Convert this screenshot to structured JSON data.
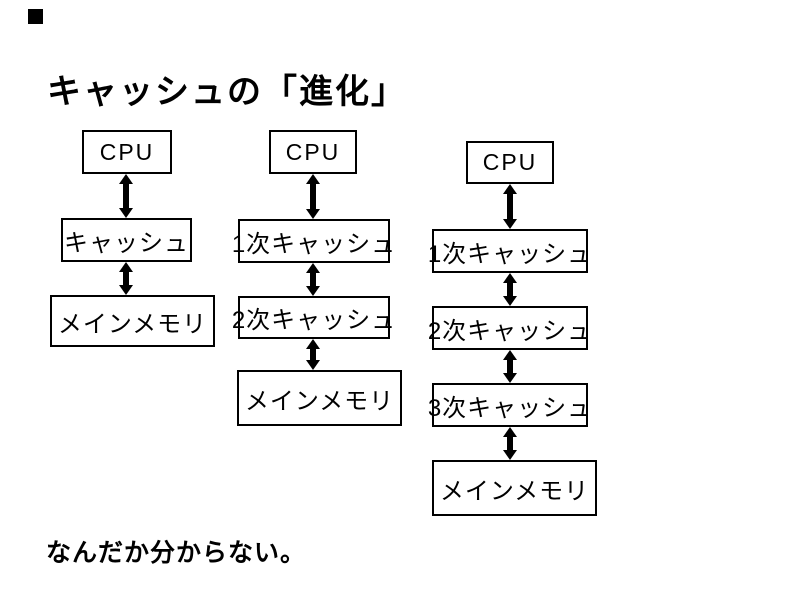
{
  "page": {
    "background_color": "#ffffff",
    "foreground_color": "#000000"
  },
  "slide": {
    "title": "キャッシュの「進化」",
    "footer": "なんだか分からない。"
  },
  "diagram": {
    "columns": [
      {
        "boxes": [
          "CPU",
          "キャッシュ",
          "メインメモリ"
        ]
      },
      {
        "boxes": [
          "CPU",
          "1次キャッシュ",
          "2次キャッシュ",
          "メインメモリ"
        ]
      },
      {
        "boxes": [
          "CPU",
          "1次キャッシュ",
          "2次キャッシュ",
          "3次キャッシュ",
          "メインメモリ"
        ]
      }
    ]
  }
}
